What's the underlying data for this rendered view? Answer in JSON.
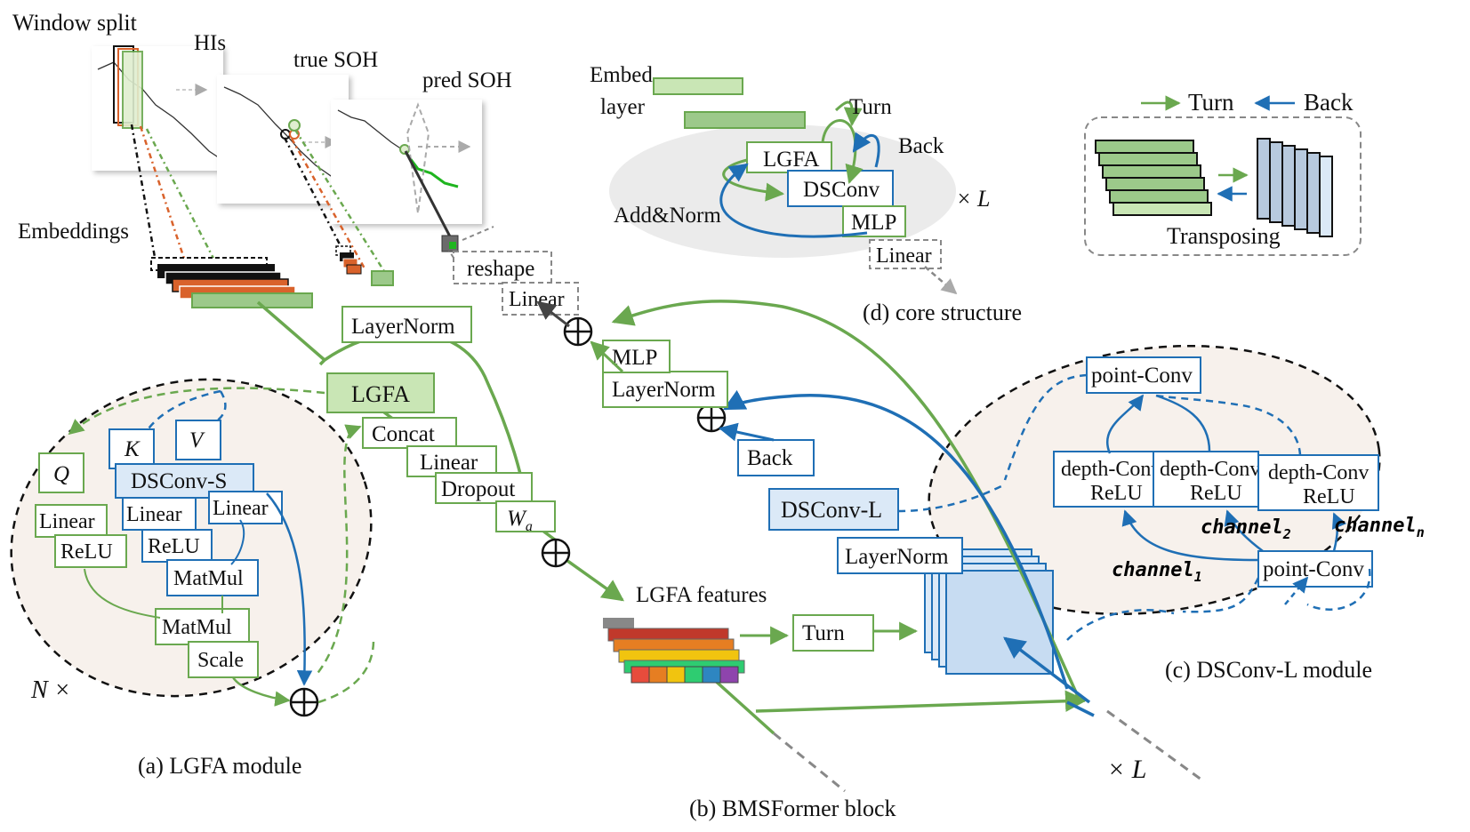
{
  "panels": {
    "lgfa_module": "(a) LGFA module",
    "bmsformer_block": "(b) BMSFormer block",
    "dsconv_l_module": "(c) DSConv-L module",
    "core_structure": "(d) core structure"
  },
  "top": {
    "window_split": "Window split",
    "his": "HIs",
    "true_soh": "true SOH",
    "pred_soh": "pred SOH",
    "embeddings": "Embeddings"
  },
  "legend": {
    "turn": "Turn",
    "back": "Back",
    "transposing": "Transposing"
  },
  "lgfa": {
    "q": "Q",
    "k": "K",
    "v": "V",
    "dsconv_s": "DSConv-S",
    "linear": "Linear",
    "relu": "ReLU",
    "matmul": "MatMul",
    "scale": "Scale",
    "repeat": "N ×"
  },
  "block": {
    "layernorm": "LayerNorm",
    "lgfa": "LGFA",
    "concat": "Concat",
    "linear": "Linear",
    "dropout": "Dropout",
    "wa": "W",
    "wa_sub": "a",
    "lgfa_features": "LGFA features",
    "turn": "Turn",
    "back": "Back",
    "dsconv_l": "DSConv-L",
    "mlp": "MLP",
    "reshape": "reshape",
    "repeat": "× L"
  },
  "dsconv": {
    "point_conv": "point-Conv",
    "depth_conv": "depth-Conv",
    "relu": "ReLU",
    "channel": "channel",
    "ch1": "1",
    "ch2": "2",
    "chn": "n"
  },
  "core": {
    "embed": "Embed",
    "layer": "layer",
    "turn": "Turn",
    "back": "Back",
    "lgfa": "LGFA",
    "dsconv": "DSConv",
    "mlp": "MLP",
    "linear": "Linear",
    "addnorm": "Add&Norm",
    "repeat": "× L"
  },
  "colors": {
    "green": "#6aa84f",
    "blue": "#1f6fb5",
    "orange": "#d9622b",
    "gray": "#8c8c8c",
    "green_fill": "#c9e6b5",
    "blue_fill": "#dbe9f7",
    "module_bg": "#f7f1ec"
  }
}
